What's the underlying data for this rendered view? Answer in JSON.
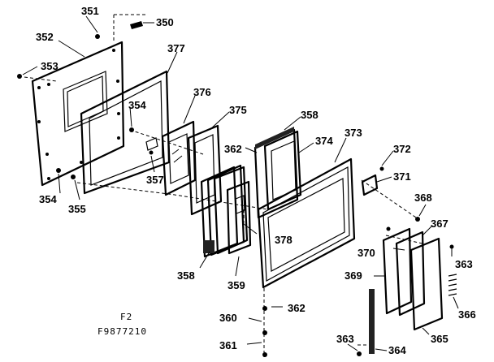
{
  "diagram": {
    "figure_label": "F2",
    "figure_code": "F9877210",
    "callouts": {
      "c350": "350",
      "c351": "351",
      "c352": "352",
      "c353": "353",
      "c354a": "354",
      "c354b": "354",
      "c355": "355",
      "c357": "357",
      "c358a": "358",
      "c358b": "358",
      "c359": "359",
      "c360": "360",
      "c361": "361",
      "c362a": "362",
      "c362b": "362",
      "c363a": "363",
      "c363b": "363",
      "c364": "364",
      "c365": "365",
      "c366": "366",
      "c367": "367",
      "c368": "368",
      "c369": "369",
      "c370": "370",
      "c371": "371",
      "c372": "372",
      "c373": "373",
      "c374": "374",
      "c375": "375",
      "c376": "376",
      "c377": "377",
      "c378": "378"
    }
  }
}
